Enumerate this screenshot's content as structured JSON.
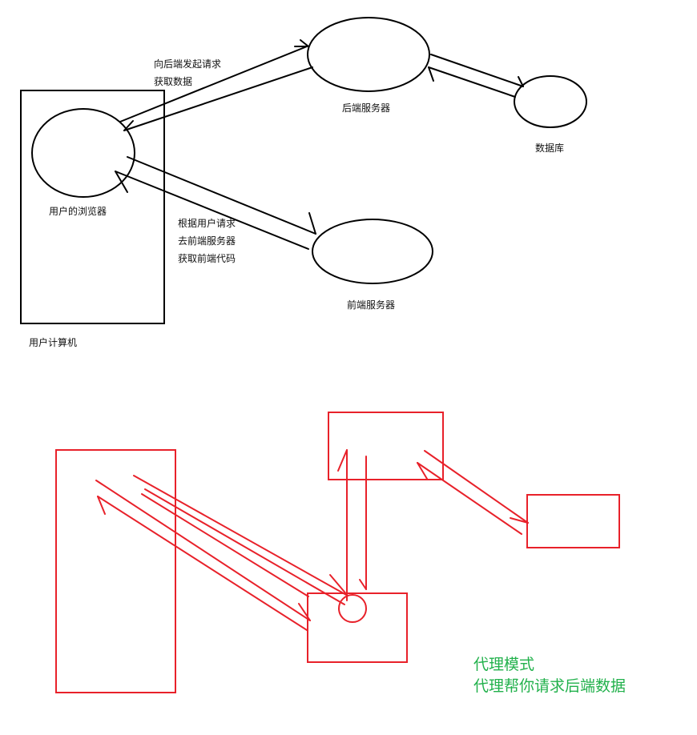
{
  "top_diagram": {
    "labels": {
      "browser": "用户的浏览器",
      "computer": "用户计算机",
      "backend_server": "后端服务器",
      "database": "数据库",
      "frontend_server": "前端服务器",
      "backend_request_line1": "向后端发起请求",
      "backend_request_line2": "获取数据",
      "frontend_request_line1": "根据用户请求",
      "frontend_request_line2": "去前端服务器",
      "frontend_request_line3": "获取前端代码"
    }
  },
  "bottom_diagram": {
    "caption_line1": "代理模式",
    "caption_line2": "代理帮你请求后端数据"
  },
  "colors": {
    "sketch_black": "#000000",
    "sketch_red": "#e8212a",
    "caption_green": "#22b14c"
  }
}
